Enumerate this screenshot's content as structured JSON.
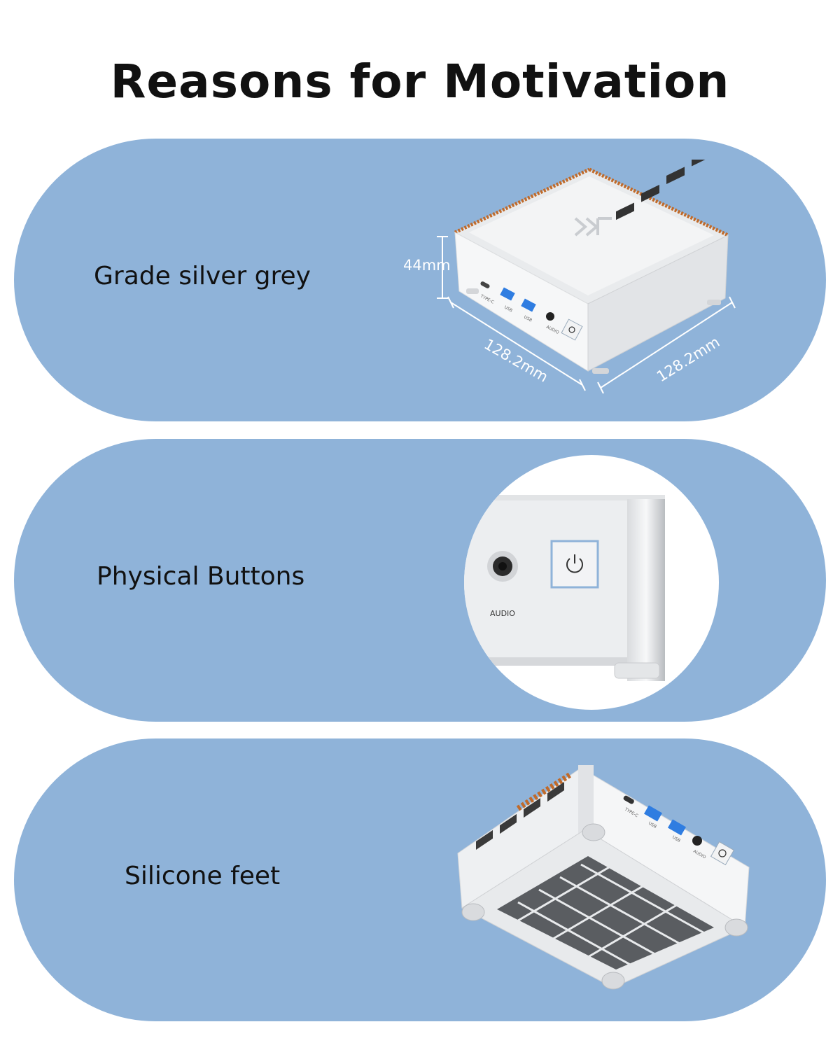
{
  "page": {
    "title": "Reasons for Motivation",
    "colors": {
      "pill_background": "#8fb3d9",
      "device_silver": "#e6e8ea",
      "vent_copper": "#c06a2a",
      "usb_blue": "#2f7de1"
    }
  },
  "features": [
    {
      "label": "Grade silver grey",
      "image": "mini-pc-dimensions-image",
      "dimensions": {
        "height": "44mm",
        "width": "128.2mm",
        "depth": "128.2mm"
      },
      "ports": [
        "TYPE-C",
        "USB",
        "USB",
        "AUDIO"
      ]
    },
    {
      "label": "Physical Buttons",
      "image": "power-button-closeup-image",
      "ports": [
        "AUDIO"
      ]
    },
    {
      "label": "Silicone feet",
      "image": "mini-pc-underside-image",
      "ports": [
        "TYPE-C",
        "USB",
        "USB",
        "AUDIO"
      ]
    }
  ]
}
